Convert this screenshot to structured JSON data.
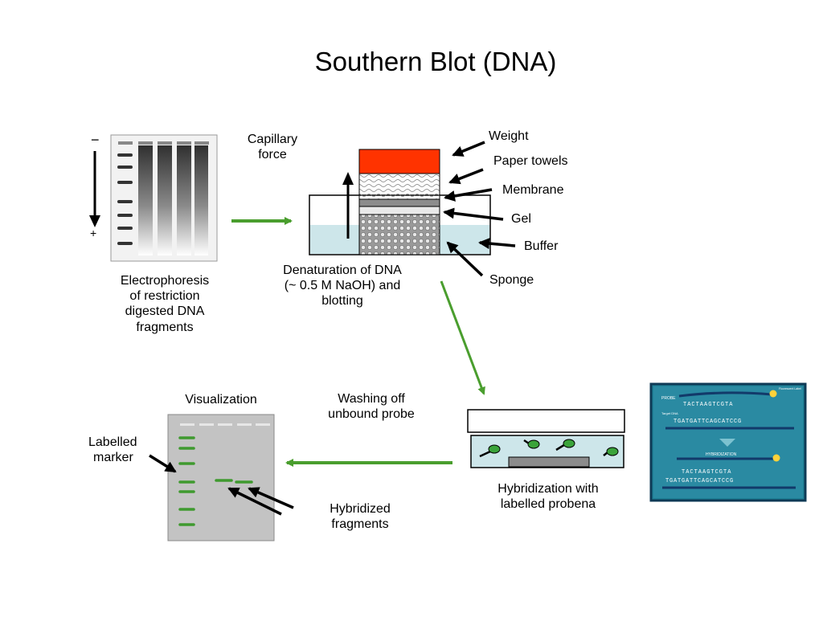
{
  "title": "Southern Blot (DNA)",
  "electrophoresis": {
    "minus_sign": "−",
    "plus_sign": "+",
    "caption": [
      "Electrophoresis",
      "of restriction",
      "digested DNA",
      "fragments"
    ]
  },
  "capillary": {
    "label": [
      "Capillary",
      "force"
    ]
  },
  "blot_stack": {
    "layers": [
      "Weight",
      "Paper towels",
      "Membrane",
      "Gel",
      "Buffer",
      "Sponge"
    ],
    "caption": [
      "Denaturation of DNA",
      "(~ 0.5 M NaOH) and",
      "blotting"
    ]
  },
  "hybridization": {
    "caption": [
      "Hybridization with",
      "labelled probena"
    ]
  },
  "washing": {
    "label": [
      "Washing off",
      "unbound probe"
    ]
  },
  "visualization": {
    "title": "Visualization",
    "marker_label": [
      "Labelled",
      "marker"
    ],
    "fragments_label": [
      "Hybridized",
      "fragments"
    ]
  },
  "inset": {
    "probe_label": "PROBE",
    "target_label": "Target DNA",
    "fluor_label": "Fluorescent Label",
    "probe_seq": "TACTAAGTCGTA",
    "target_seq": "TGATGATTCAGCATCCG",
    "hyb_label": "HYBRIDIZATION",
    "hyb_top_seq": "TACTAAGTCGTA",
    "hyb_bottom_seq": "TGATGATTCAGCATCCG"
  },
  "colors": {
    "green_arrow": "#4a9e2e",
    "weight_red": "#ff3300",
    "buffer_blue": "#cde6ea",
    "gel_gray": "#c0c0c0",
    "inset_bg": "#1e8096"
  }
}
